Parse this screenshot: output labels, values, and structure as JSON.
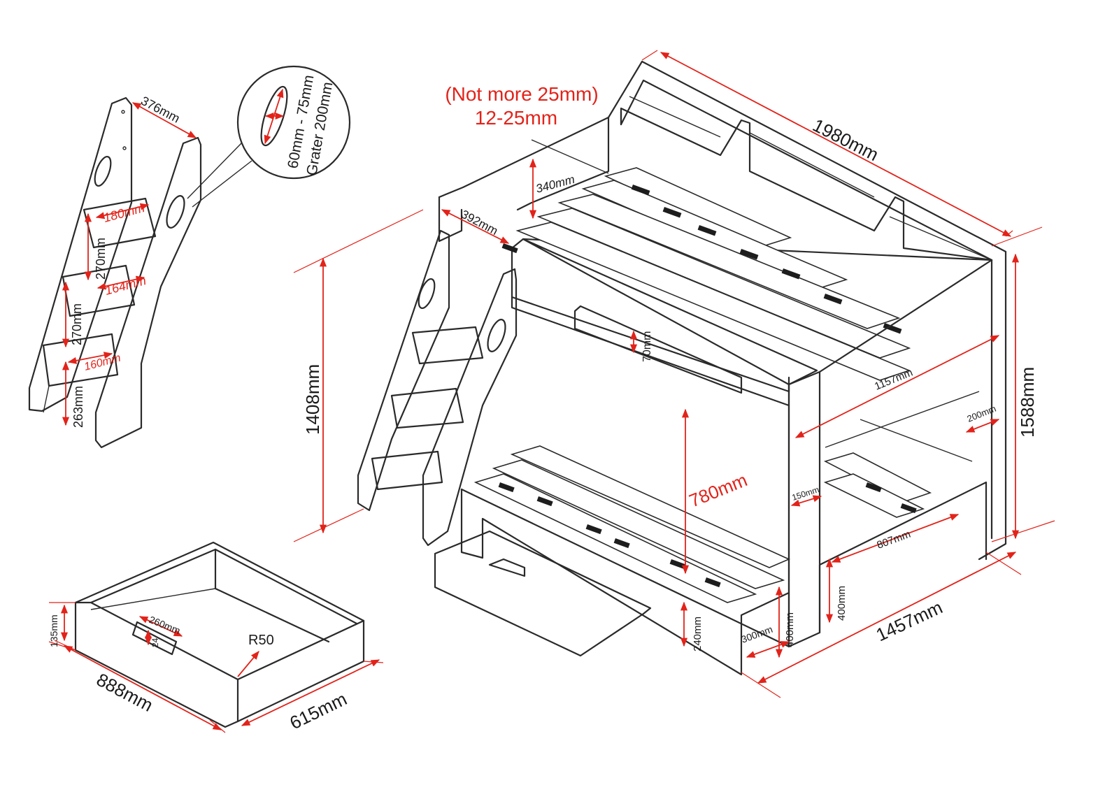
{
  "colors": {
    "outline": "#2a2a2a",
    "dimension": "#e2231a",
    "background": "#ffffff"
  },
  "note": {
    "line1": "(Not more 25mm)",
    "line2": "12-25mm"
  },
  "hole_callout": {
    "line1": "60mm - 75mm",
    "line2": "Grater 200mm"
  },
  "ladder": {
    "width": "376mm",
    "step_top_depth": "180mm",
    "step_spacing_upper": "270mm",
    "step_mid_depth": "164mm",
    "step_spacing_lower": "270mm",
    "step_bottom_depth": "160mm",
    "bottom_height": "263mm"
  },
  "bed": {
    "length": "1980mm",
    "headboard_shelf_height": "340mm",
    "shelf_depth": "392mm",
    "top_bunk_height": "1408mm",
    "rail_gap": "70mm",
    "top_bunk_inner_length": "1157mm",
    "end_gap": "200mm",
    "total_height": "1588mm",
    "lower_clearance": "780mm",
    "post_width": "150mm",
    "lower_inner_width": "807mm",
    "lower_end_height": "400mm",
    "lower_rail_height": "240mm",
    "front_post_width": "300mm",
    "front_post_height": "400mm",
    "total_width": "1457mm"
  },
  "drawer": {
    "height": "135mm",
    "handle_width": "260mm",
    "handle_depth": "24",
    "corner_radius": "R50",
    "length": "888mm",
    "depth": "615mm"
  }
}
